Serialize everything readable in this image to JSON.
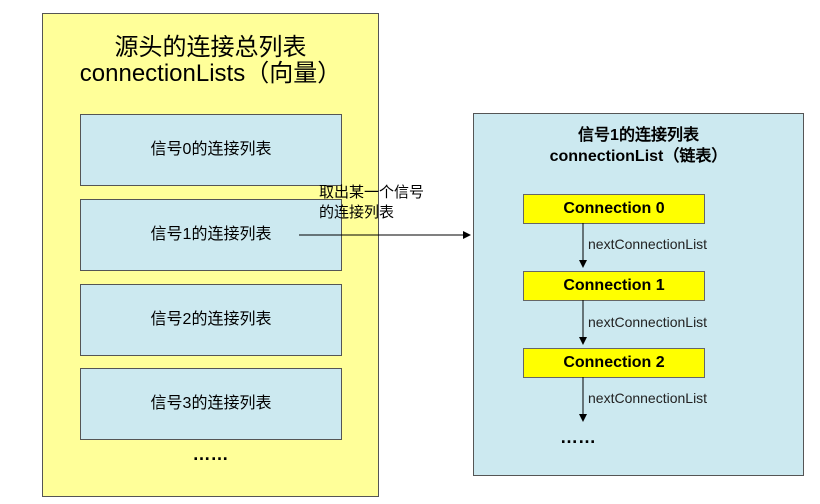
{
  "source_panel": {
    "title_line1": "源头的连接总列表",
    "title_line2": "connectionLists（向量）",
    "items": [
      {
        "label": "信号0的连接列表"
      },
      {
        "label": "信号1的连接列表"
      },
      {
        "label": "信号2的连接列表"
      },
      {
        "label": "信号3的连接列表"
      }
    ],
    "ellipsis": "……"
  },
  "callout": {
    "line1": "取出某一个信号",
    "line2": "的连接列表"
  },
  "signal_panel": {
    "title_line1": "信号1的连接列表",
    "title_line2": "connectionList（链表）",
    "connections": [
      {
        "label": "Connection 0"
      },
      {
        "label": "Connection 1"
      },
      {
        "label": "Connection 2"
      }
    ],
    "next_label": "nextConnectionList",
    "ellipsis": "……"
  },
  "colors": {
    "source_panel_bg": "#ffff99",
    "list_box_bg": "#cce9f0",
    "connection_bg": "#ffff00",
    "border": "#555555"
  }
}
